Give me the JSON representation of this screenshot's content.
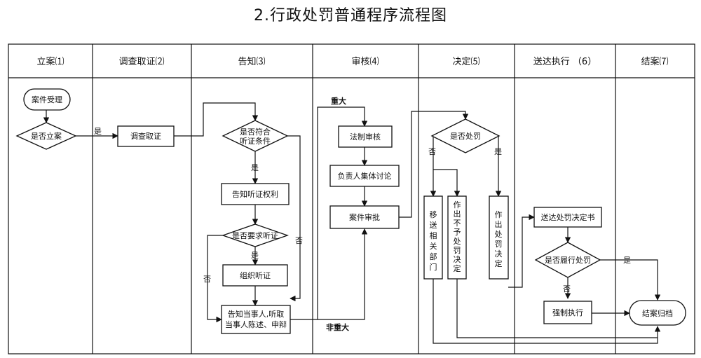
{
  "title": "2.行政处罚普通程序流程图",
  "lanes": [
    {
      "id": "lane1",
      "label": "立案⑴"
    },
    {
      "id": "lane2",
      "label": "调查取证⑵"
    },
    {
      "id": "lane3",
      "label": "告知⑶"
    },
    {
      "id": "lane4",
      "label": "审核⑷"
    },
    {
      "id": "lane5",
      "label": "决定⑸"
    },
    {
      "id": "lane6",
      "label": "送达执行 （6）"
    },
    {
      "id": "lane7",
      "label": "结案⑺"
    }
  ],
  "nodes": {
    "accept": "案件受理",
    "decide_file": "是否立案",
    "investigate": "调查取证",
    "hearing_cond": [
      "是否符合",
      "听证条件"
    ],
    "notify_right": "告知听证权利",
    "request_hearing": "是否要求听证",
    "organize_hearing": "组织听证",
    "notify_party": [
      "告知当事人,听取",
      "当事人陈述、申辩"
    ],
    "legal_review": "法制审核",
    "collective_discuss": "负责人集体讨论",
    "case_approve": "案件审批",
    "decide_punish": "是否处罚",
    "transfer": [
      "移",
      "送",
      "相",
      "关",
      "部",
      "门"
    ],
    "no_punish": [
      "作",
      "出",
      "不",
      "予",
      "处",
      "罚",
      "决",
      "定"
    ],
    "make_punish": [
      "作",
      "出",
      "处",
      "罚",
      "决",
      "定"
    ],
    "deliver": "送达处罚决定书",
    "fulfill": "是否履行处罚",
    "enforce": "强制执行",
    "archive": "结案归档"
  },
  "edge_labels": {
    "yes": "是",
    "no": "否",
    "major": "重大",
    "non_major": "非重大"
  }
}
